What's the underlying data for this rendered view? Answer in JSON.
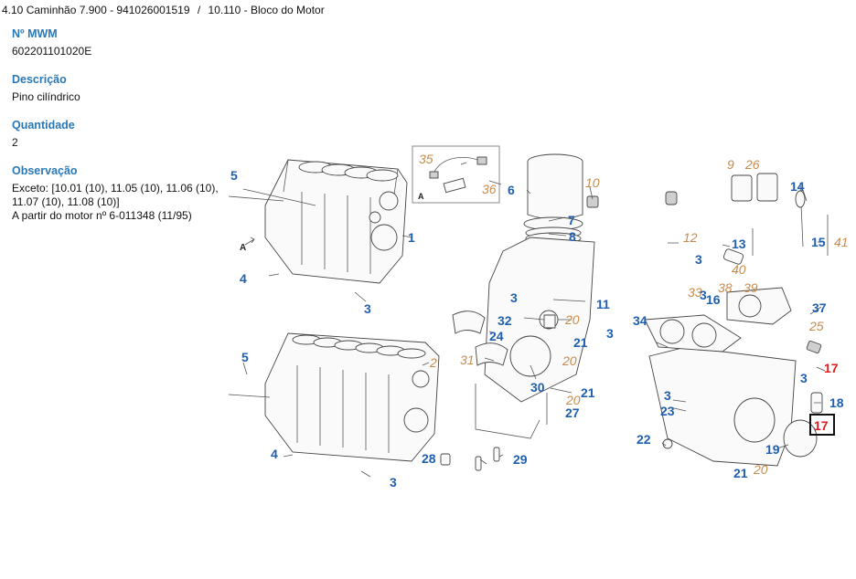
{
  "breadcrumb": {
    "model": "4.10 Caminhão 7.900 - 941026001519",
    "separator": "/",
    "group": "10.110 - Bloco do Motor"
  },
  "details": [
    {
      "label": "Nº MWM",
      "value": "602201101020E"
    },
    {
      "label": "Descrição",
      "value": "Pino cilíndrico"
    },
    {
      "label": "Quantidade",
      "value": "2"
    },
    {
      "label": "Observação",
      "lines": [
        "Exceto: [10.01 (10), 11.05 (10), 11.06 (10), 11.07 (10), 11.08 (10)]",
        "A partir do motor nº 6-011348 (11/95)"
      ]
    }
  ],
  "diagram": {
    "title": "Bloco do Motor",
    "inset_label": "A",
    "view_marker": "A",
    "highlighted_callout": "17",
    "colors": {
      "callout": "#1f5fb0",
      "callout_italic": "#c88a4a",
      "highlight": "#e01b1b",
      "label": "#2a78b5"
    },
    "callouts": [
      {
        "n": "1",
        "style": "bold"
      },
      {
        "n": "2",
        "style": "italic"
      },
      {
        "n": "3",
        "style": "bold"
      },
      {
        "n": "4",
        "style": "bold"
      },
      {
        "n": "5",
        "style": "bold"
      },
      {
        "n": "6",
        "style": "bold"
      },
      {
        "n": "7",
        "style": "bold"
      },
      {
        "n": "8",
        "style": "bold"
      },
      {
        "n": "9",
        "style": "italic"
      },
      {
        "n": "10",
        "style": "italic"
      },
      {
        "n": "11",
        "style": "bold"
      },
      {
        "n": "12",
        "style": "italic"
      },
      {
        "n": "13",
        "style": "bold"
      },
      {
        "n": "14",
        "style": "bold"
      },
      {
        "n": "15",
        "style": "bold"
      },
      {
        "n": "16",
        "style": "bold"
      },
      {
        "n": "17",
        "style": "red"
      },
      {
        "n": "18",
        "style": "bold"
      },
      {
        "n": "19",
        "style": "bold"
      },
      {
        "n": "20",
        "style": "italic"
      },
      {
        "n": "21",
        "style": "bold"
      },
      {
        "n": "22",
        "style": "bold"
      },
      {
        "n": "23",
        "style": "bold"
      },
      {
        "n": "24",
        "style": "bold"
      },
      {
        "n": "25",
        "style": "italic"
      },
      {
        "n": "26",
        "style": "italic"
      },
      {
        "n": "27",
        "style": "bold"
      },
      {
        "n": "28",
        "style": "bold"
      },
      {
        "n": "29",
        "style": "bold"
      },
      {
        "n": "30",
        "style": "bold"
      },
      {
        "n": "31",
        "style": "italic"
      },
      {
        "n": "32",
        "style": "bold"
      },
      {
        "n": "33",
        "style": "italic"
      },
      {
        "n": "34",
        "style": "bold"
      },
      {
        "n": "35",
        "style": "italic"
      },
      {
        "n": "36",
        "style": "italic"
      },
      {
        "n": "37",
        "style": "bold"
      },
      {
        "n": "38",
        "style": "italic"
      },
      {
        "n": "39",
        "style": "italic"
      },
      {
        "n": "40",
        "style": "italic"
      },
      {
        "n": "41",
        "style": "italic"
      }
    ]
  }
}
